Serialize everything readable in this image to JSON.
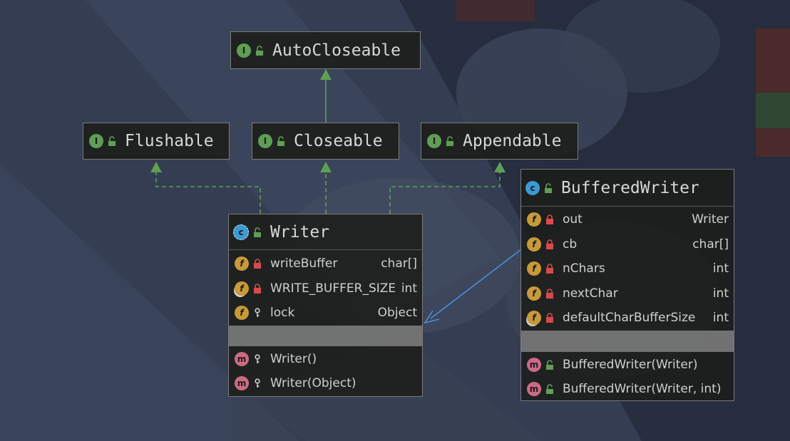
{
  "colors": {
    "interface_badge": "#5f9f55",
    "class_badge": "#3d9ad1",
    "field_badge": "#c79a3a",
    "method_badge": "#cc6a86",
    "dashed_arrow": "#5f9f55",
    "association_arrow": "#4a8fd8"
  },
  "interfaces": {
    "autocloseable": {
      "badge": "I",
      "name": "AutoCloseable"
    },
    "flushable": {
      "badge": "I",
      "name": "Flushable"
    },
    "closeable": {
      "badge": "I",
      "name": "Closeable"
    },
    "appendable": {
      "badge": "I",
      "name": "Appendable"
    }
  },
  "writer": {
    "badge": "c",
    "name": "Writer",
    "fields": [
      {
        "badge": "f",
        "name": "writeBuffer",
        "type": "char[]",
        "access": "private"
      },
      {
        "badge": "f",
        "name": "WRITE_BUFFER_SIZE",
        "type": "int",
        "access": "private"
      },
      {
        "badge": "f",
        "name": "lock",
        "type": "Object",
        "access": "protected"
      }
    ],
    "methods": [
      {
        "badge": "m",
        "name": "Writer()",
        "access": "protected"
      },
      {
        "badge": "m",
        "name": "Writer(Object)",
        "access": "protected"
      }
    ]
  },
  "bufferedwriter": {
    "badge": "c",
    "name": "BufferedWriter",
    "fields": [
      {
        "badge": "f",
        "name": "out",
        "type": "Writer",
        "access": "private"
      },
      {
        "badge": "f",
        "name": "cb",
        "type": "char[]",
        "access": "private"
      },
      {
        "badge": "f",
        "name": "nChars",
        "type": "int",
        "access": "private"
      },
      {
        "badge": "f",
        "name": "nextChar",
        "type": "int",
        "access": "private"
      },
      {
        "badge": "f",
        "name": "defaultCharBufferSize",
        "type": "int",
        "access": "private"
      }
    ],
    "methods": [
      {
        "badge": "m",
        "name": "BufferedWriter(Writer)",
        "access": "public"
      },
      {
        "badge": "m",
        "name": "BufferedWriter(Writer, int)",
        "access": "public"
      }
    ]
  }
}
